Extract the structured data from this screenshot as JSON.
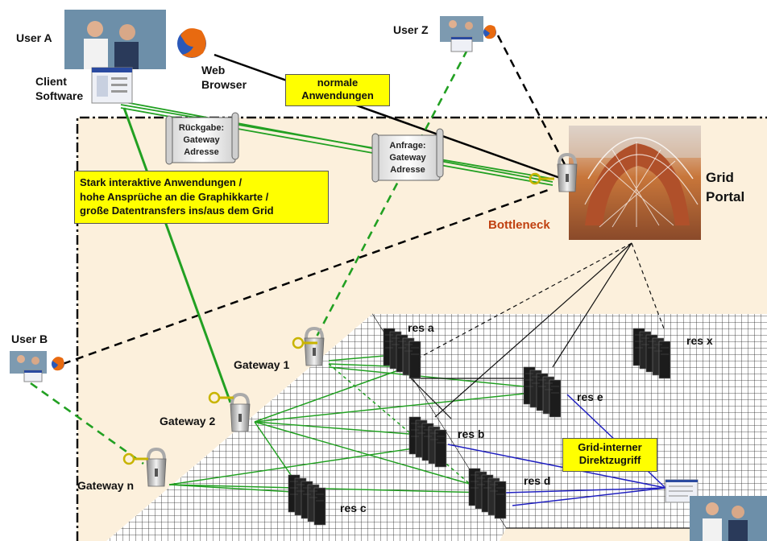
{
  "users": {
    "a": "User A",
    "b": "User B",
    "z": "User Z"
  },
  "client_software": [
    "Client",
    "Software"
  ],
  "web_browser": [
    "Web",
    "Browser"
  ],
  "callouts": {
    "normal_apps": [
      "normale",
      "Anwendungen"
    ],
    "interactive": [
      "Stark interaktive Anwendungen /",
      "hohe Ansprüche an die Graphikkarte /",
      "große Datentransfers ins/aus dem Grid"
    ],
    "grid_internal": [
      "Grid-interner",
      "Direktzugriff"
    ]
  },
  "scrolls": {
    "return": [
      "Rückgabe:",
      "Gateway",
      "Adresse"
    ],
    "request": [
      "Anfrage:",
      "Gateway",
      "Adresse"
    ]
  },
  "grid_portal": [
    "Grid",
    "Portal"
  ],
  "bottleneck": "Bottleneck",
  "gateways": {
    "g1": "Gateway 1",
    "g2": "Gateway 2",
    "gn": "Gateway n"
  },
  "resources": {
    "a": "res a",
    "b": "res b",
    "c": "res c",
    "d": "res d",
    "e": "res e",
    "x": "res x"
  },
  "colors": {
    "grid_area": "#fcf0dc",
    "green_line": "#22a022",
    "blue_line": "#2020c0",
    "callout_bg": "#ffff00",
    "bottleneck_text": "#c04010"
  }
}
